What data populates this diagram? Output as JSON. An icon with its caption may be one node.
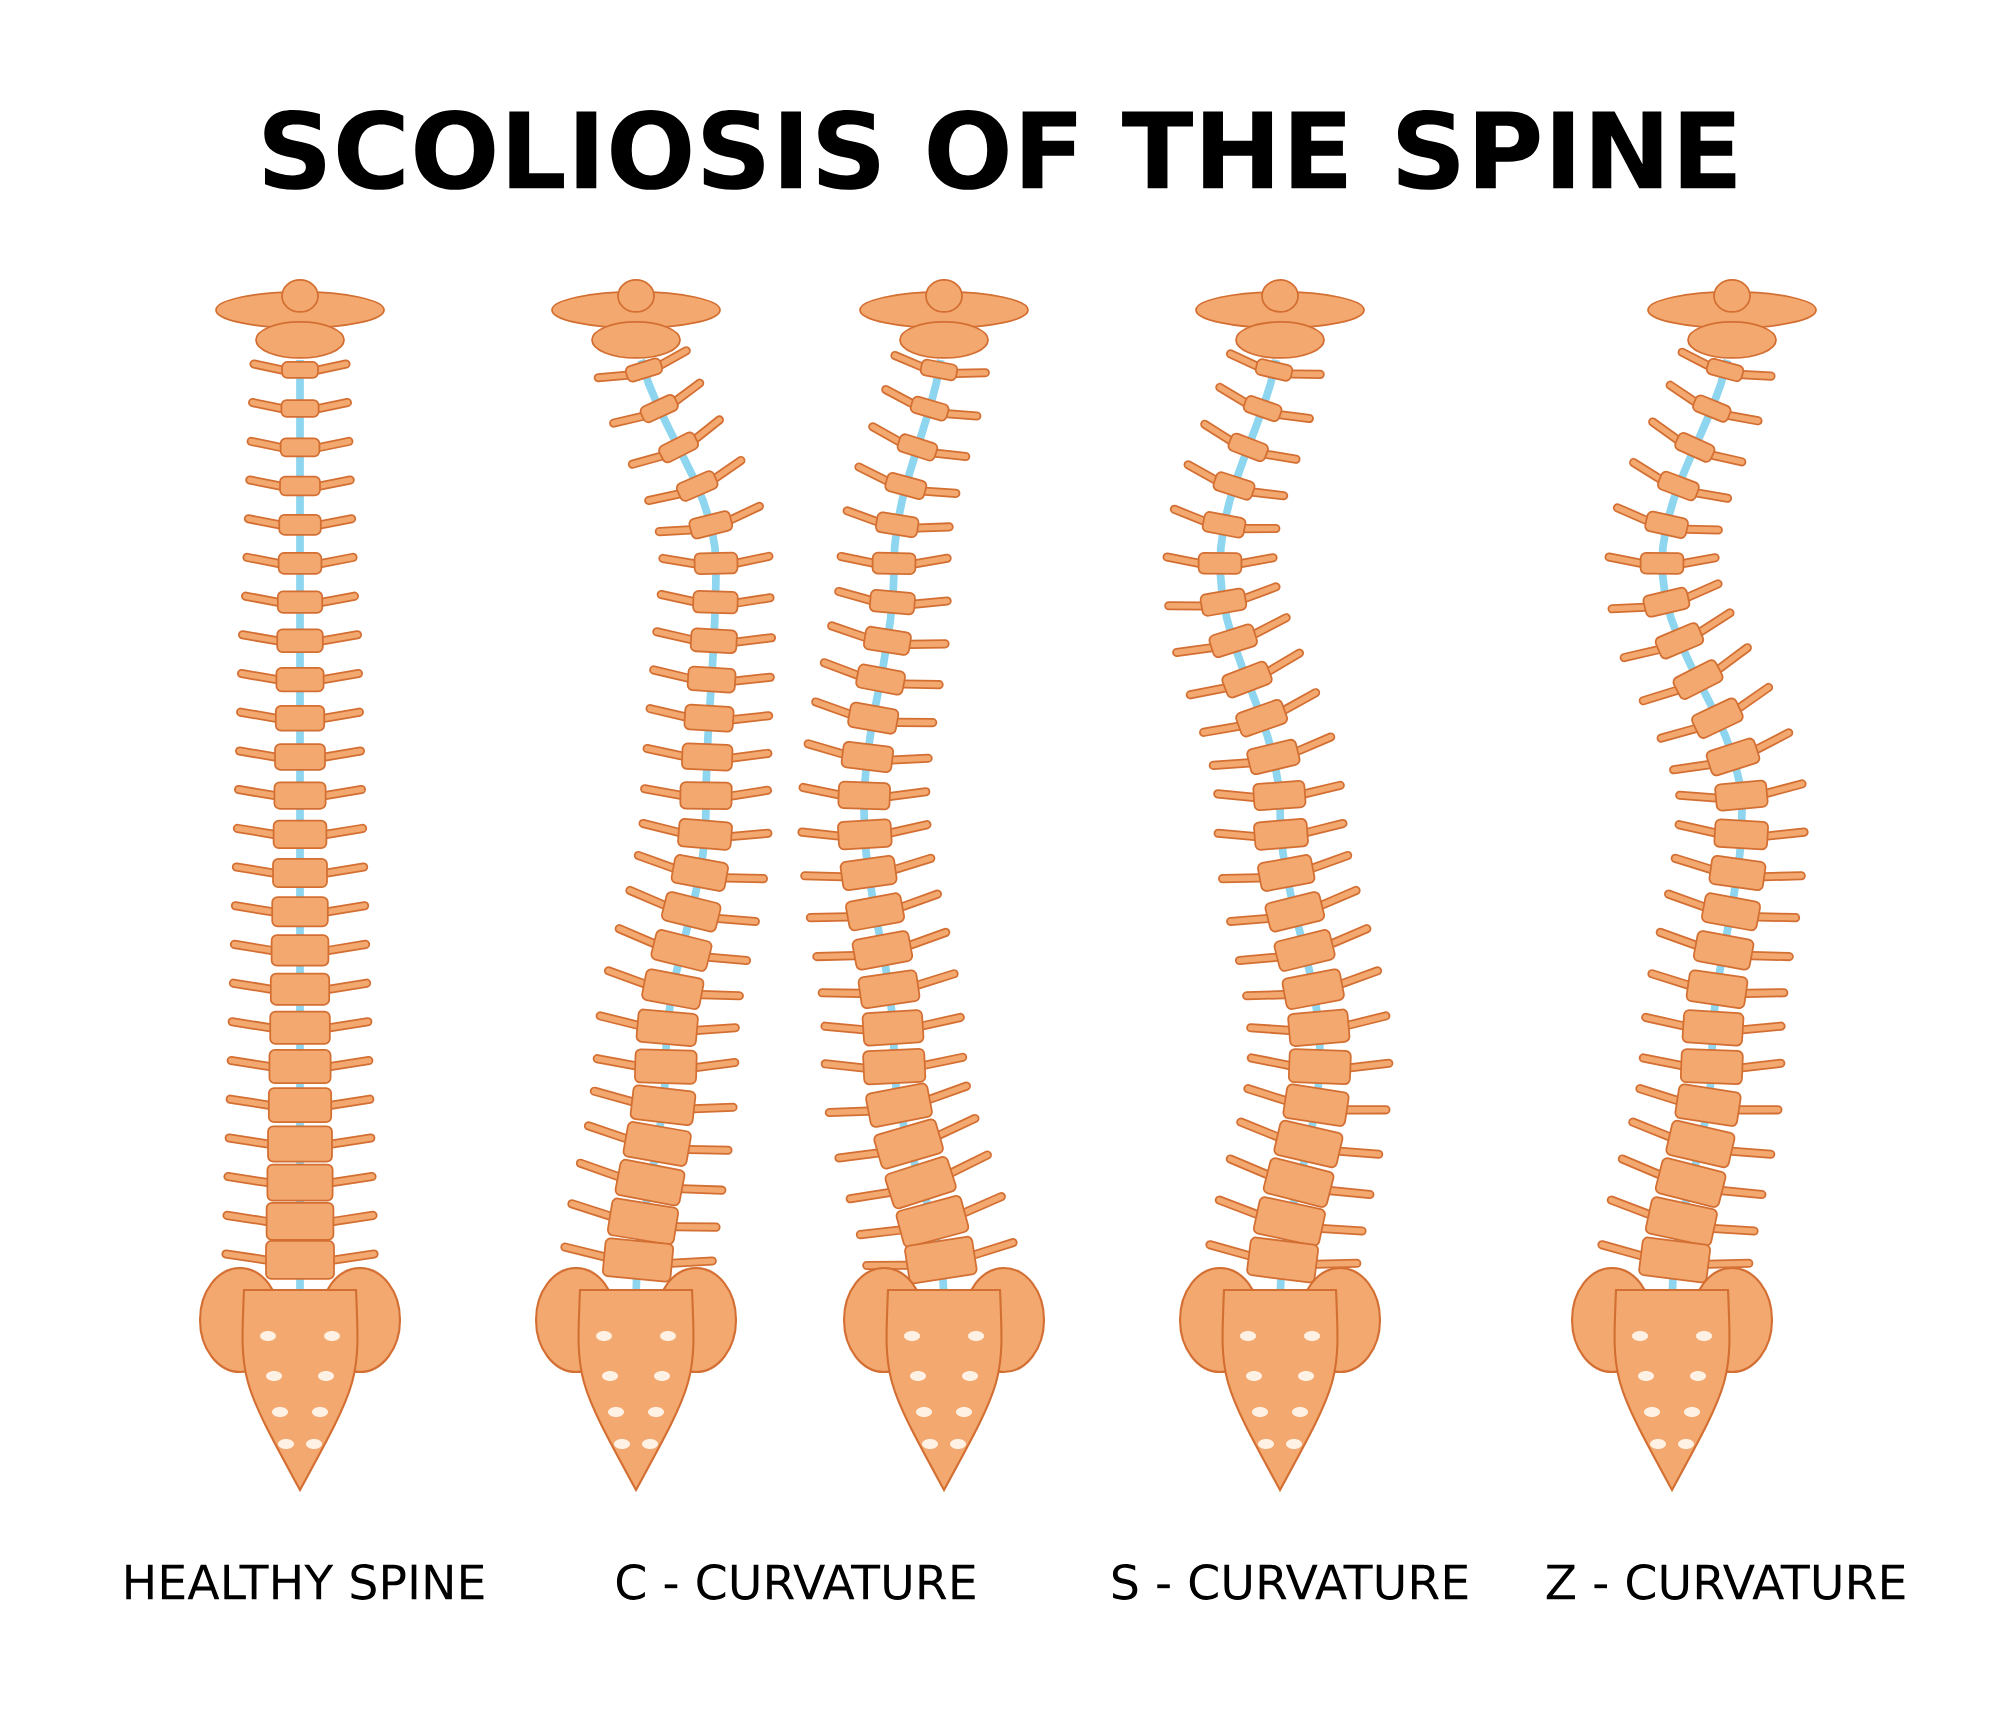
{
  "diagram": {
    "title": "SCOLIOSIS OF THE SPINE",
    "labels": [
      "HEALTHY SPINE",
      "C - CURVATURE",
      "S - CURVATURE",
      "Z - CURVATURE"
    ]
  }
}
